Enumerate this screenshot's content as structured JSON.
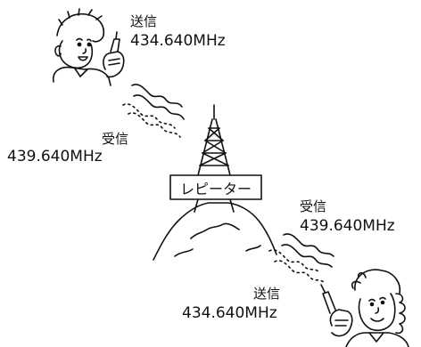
{
  "person_top": {
    "action": "送信",
    "frequency": "434.640MHz"
  },
  "left_receive": {
    "action": "受信",
    "frequency": "439.640MHz"
  },
  "repeater": {
    "label": "レピーター"
  },
  "right_receive": {
    "action": "受信",
    "frequency": "439.640MHz"
  },
  "person_bottom": {
    "action": "送信",
    "frequency": "434.640MHz"
  },
  "colors": {
    "line": "#111111",
    "background": "#ffffff"
  }
}
